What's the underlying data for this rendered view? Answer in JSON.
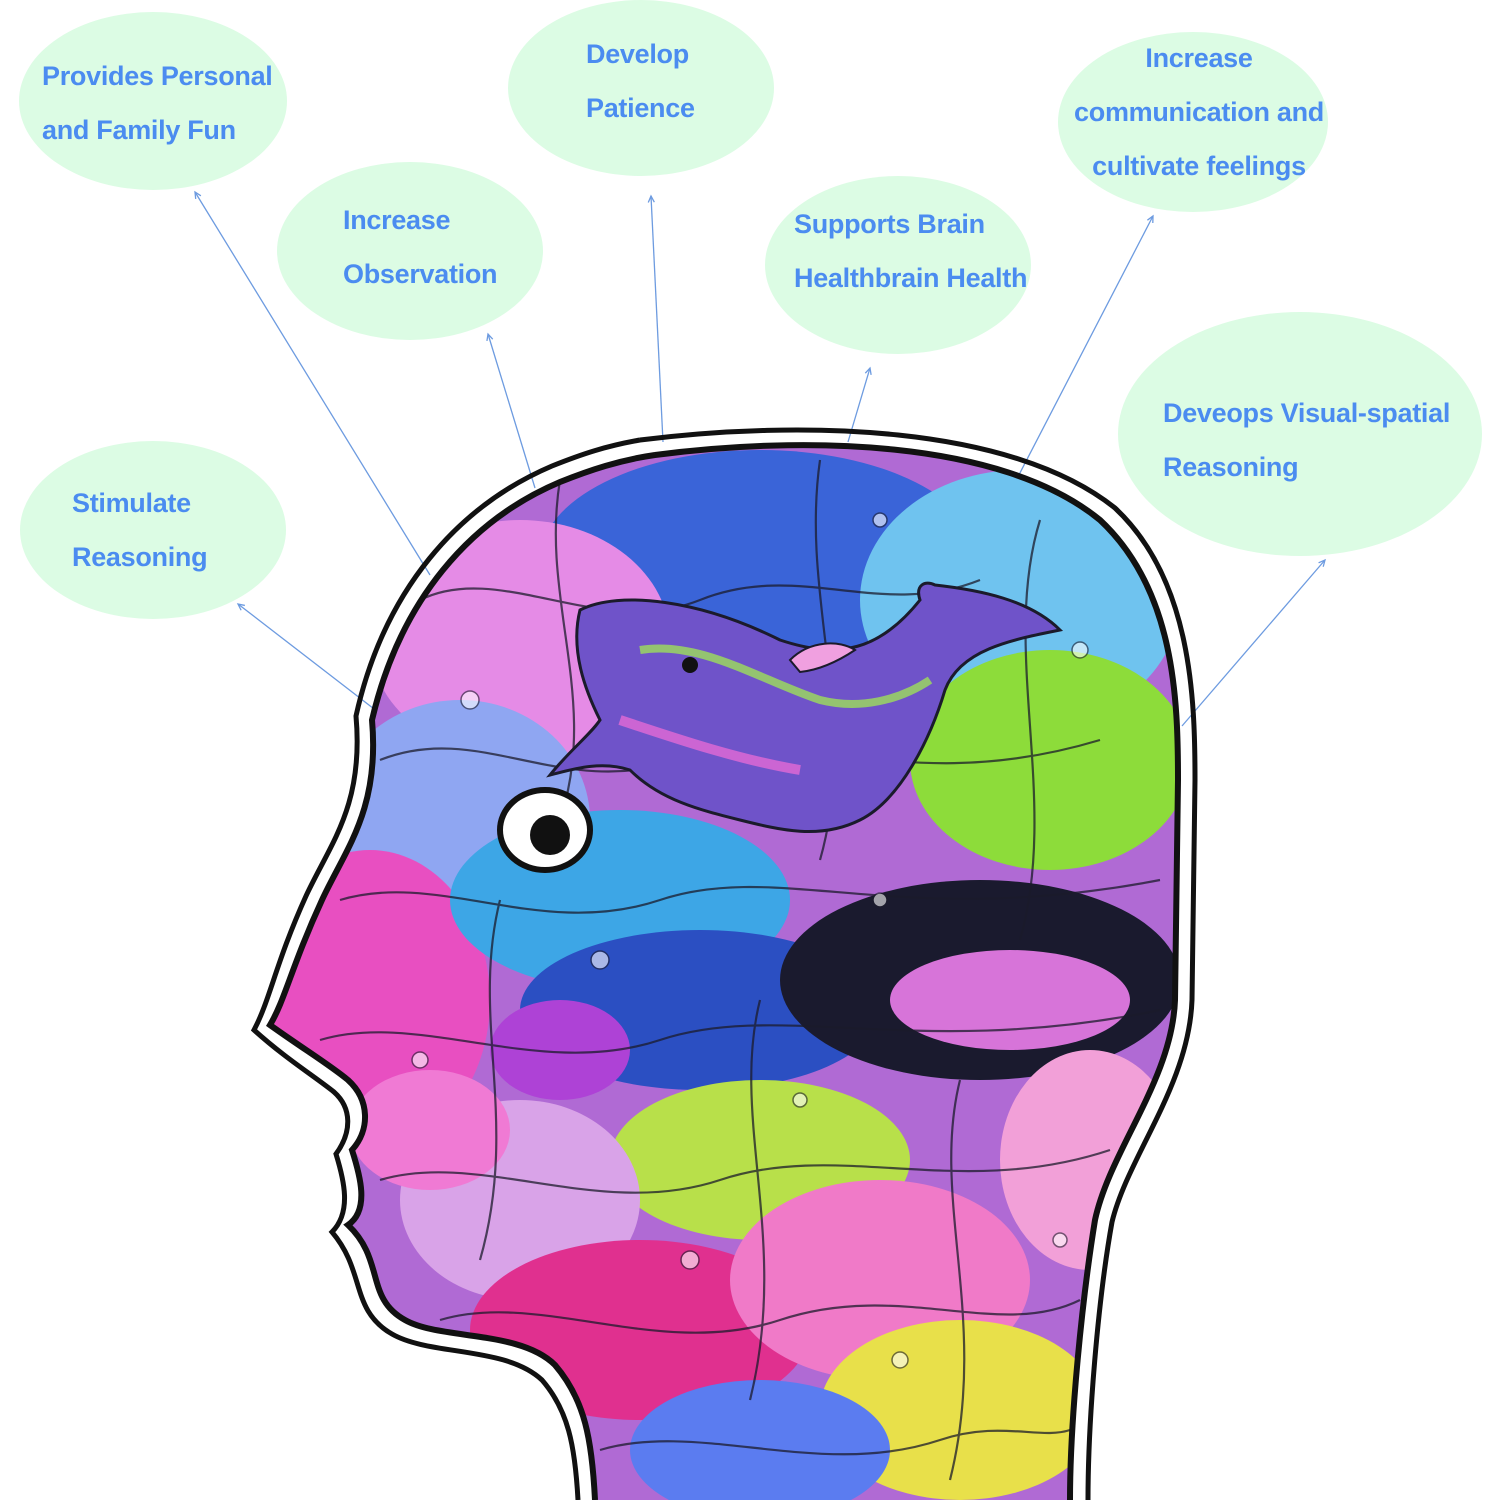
{
  "colors": {
    "bubble_fill": "#dcfce4",
    "label_text": "#4b8cf0",
    "connector": "#6d9be0",
    "head_outline": "#111111"
  },
  "bubbles": [
    {
      "id": "family-fun",
      "lines": [
        "Provides Personal",
        "and Family Fun"
      ]
    },
    {
      "id": "observation",
      "lines": [
        "Increase",
        "Observation"
      ]
    },
    {
      "id": "patience",
      "lines": [
        "Develop",
        "Patience"
      ]
    },
    {
      "id": "brain-health",
      "lines": [
        "Supports Brain",
        "Healthbrain Health"
      ]
    },
    {
      "id": "communication",
      "lines": [
        "Increase",
        "communication and",
        "cultivate feelings"
      ]
    },
    {
      "id": "visual-spatial",
      "lines": [
        "Deveops Visual-spatial",
        "Reasoning"
      ]
    },
    {
      "id": "reasoning",
      "lines": [
        "Stimulate",
        "Reasoning"
      ]
    }
  ],
  "illustration": {
    "subject": "head-silhouette-profile",
    "pattern": "colorful-sea-creature-puzzle",
    "featured_piece": "dolphin-piece"
  }
}
